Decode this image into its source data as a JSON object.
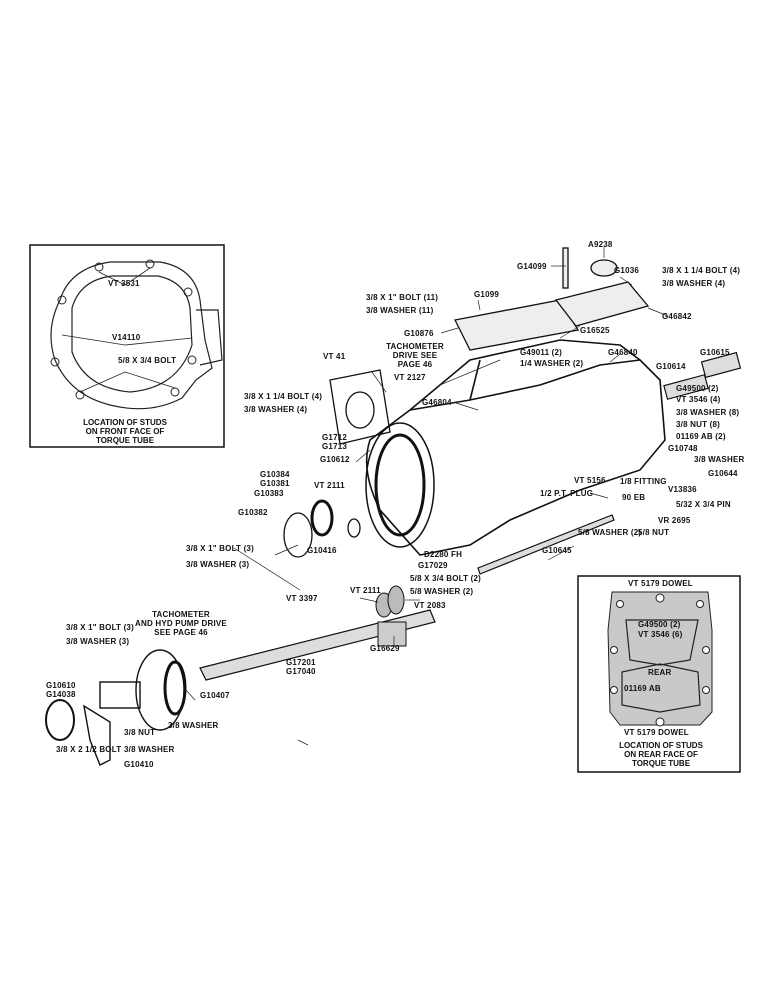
{
  "insets": {
    "front": {
      "caption": "LOCATION OF STUDS\nON FRONT FACE OF\nTORQUE TUBE",
      "stud_part": "VT 3531",
      "bolt_part": "V14110",
      "bolt_label": "5/8 X 3/4 BOLT"
    },
    "rear": {
      "caption": "LOCATION OF STUDS\nON REAR FACE OF\nTORQUE TUBE",
      "dowel_top": "VT 5179 DOWEL",
      "dowel_bottom": "VT 5179 DOWEL",
      "stud_1": "G49500 (2)",
      "stud_2": "VT 3546 (6)",
      "rear_label": "REAR",
      "ab_part": "01169 AB"
    }
  },
  "labels": {
    "g14099": "G14099",
    "a9238": "A9238",
    "g1036": "G1036",
    "bolt_3_8_x_1_4": "3/8 X 1 1/4 BOLT (4)",
    "washer_3_8_4": "3/8 WASHER (4)",
    "bolt_3_8_x_1_11": "3/8 X 1\" BOLT (11)",
    "washer_3_8_11": "3/8 WASHER (11)",
    "g1099": "G1099",
    "g10876": "G10876",
    "g16525": "G16525",
    "g46842": "G46842",
    "tach_drive": "TACHOMETER\nDRIVE SEE\nPAGE 46",
    "g49011": "G49011 (2)",
    "washer_1_4_2": "1/4 WASHER (2)",
    "g46840": "G46840",
    "g10614": "G10614",
    "g10615": "G10615",
    "vt41": "VT 41",
    "vt2127": "VT 2127",
    "bolt_3_8_x_1_4_b": "3/8 X 1 1/4 BOLT (4)",
    "washer_3_8_4_b": "3/8 WASHER (4)",
    "g46804": "G46804",
    "g49500": "G49500 (2)",
    "vt3546": "VT 3546 (4)",
    "washer_3_8_8": "3/8 WASHER (8)",
    "nut_3_8_8": "3/8 NUT (8)",
    "ab01169": "01169 AB (2)",
    "g10748": "G10748",
    "washer_3_8": "3/8 WASHER",
    "g10644": "G10644",
    "g1712": "G1712",
    "g1713": "G1713",
    "g10612": "G10612",
    "g10384": "G10384",
    "g10381": "G10381",
    "g10383": "G10383",
    "vt2111a": "VT 2111",
    "g10382": "G10382",
    "g10416": "G10416",
    "vt5156": "VT 5156",
    "fitting": "1/8 FITTING",
    "vt3836": "V13836",
    "pt_plug": "1/2 P.T. PLUG",
    "ab90": "90 EB",
    "pin": "5/32 X 3/4 PIN",
    "vr2695": "VR 2695",
    "washer_5_8_2": "5/8 WASHER (2)",
    "nut_5_8": "5/8 NUT",
    "d2280": "D2280 FH",
    "g17029": "G17029",
    "g10645": "G10645",
    "bolt_3_8_x_1_3": "3/8 X 1\" BOLT (3)",
    "washer_3_8_3": "3/8 WASHER (3)",
    "bolt_5_8_x_3_4_2": "5/8 X 3/4 BOLT (2)",
    "washer_5_8_2b": "5/8 WASHER (2)",
    "vt3397": "VT 3397",
    "vt2111b": "VT 2111",
    "vt2083": "VT 2083",
    "g16629": "G16629",
    "tach_hyd": "TACHOMETER\nAND HYD PUMP DRIVE\nSEE PAGE 46",
    "bolt_3_8_x_1_3b": "3/8 X 1\" BOLT (3)",
    "washer_3_8_3b": "3/8 WASHER (3)",
    "g17201": "G17201",
    "g17040": "G17040",
    "g10610": "G10610",
    "g14038": "G14038",
    "g10407": "G10407",
    "washer_3_8b": "3/8 WASHER",
    "nut_3_8": "3/8 NUT",
    "washer_3_8c": "3/8 WASHER",
    "bolt_3_8_x_2_1_2": "3/8 X 2 1/2 BOLT",
    "g10410": "G10410"
  }
}
